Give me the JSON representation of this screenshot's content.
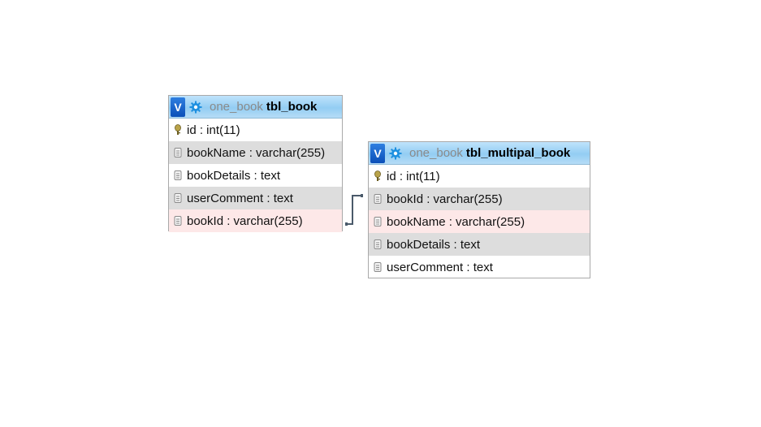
{
  "tables": [
    {
      "db": "one_book",
      "name": "tbl_book",
      "toggle_label": "V",
      "columns": [
        {
          "label": "id : int(11)",
          "key": "primary"
        },
        {
          "label": "bookName : varchar(255)",
          "key": "none"
        },
        {
          "label": "bookDetails : text",
          "key": "none"
        },
        {
          "label": "userComment : text",
          "key": "none"
        },
        {
          "label": "bookId : varchar(255)",
          "key": "none"
        }
      ]
    },
    {
      "db": "one_book",
      "name": "tbl_multipal_book",
      "toggle_label": "V",
      "columns": [
        {
          "label": "id : int(11)",
          "key": "primary"
        },
        {
          "label": "bookId : varchar(255)",
          "key": "none"
        },
        {
          "label": "bookName : varchar(255)",
          "key": "none"
        },
        {
          "label": "bookDetails : text",
          "key": "none"
        },
        {
          "label": "userComment : text",
          "key": "none"
        }
      ]
    }
  ],
  "relation": {
    "from": "tbl_book.bookId",
    "to": "tbl_multipal_book.bookId"
  },
  "colors": {
    "header_gradient_mid": "#93cdf3",
    "toggle": "#0b4fb8",
    "settings_icon": "#1e90e0",
    "row_alt": "#dddddd",
    "row_highlight": "#fde8e8",
    "connector": "#4a5a6a"
  }
}
